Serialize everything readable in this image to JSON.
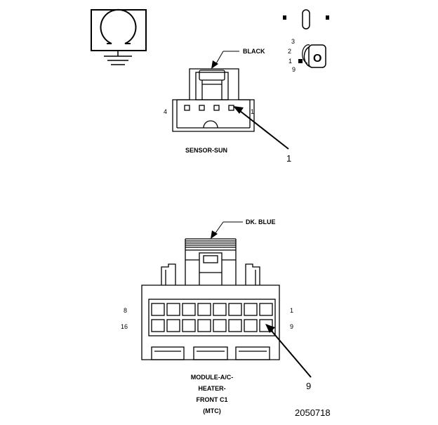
{
  "connector_sun": {
    "color_label": "BLACK",
    "name": "SENSOR-SUN",
    "pin_left": "4",
    "pin_right": "1",
    "callout": "1"
  },
  "connector_module": {
    "color_label": "DK. BLUE",
    "name_lines": [
      "MODULE-A/C-",
      "HEATER-",
      "FRONT C1",
      "(MTC)"
    ],
    "pin_top_left": "8",
    "pin_top_right": "1",
    "pin_bottom_left": "16",
    "pin_bottom_right": "9",
    "callout": "9"
  },
  "key_icon": {
    "positions": [
      "3",
      "2",
      "1",
      "9"
    ],
    "key_glyph": "O"
  },
  "icons": [
    "ground-symbol-icon",
    "ignition-key-icon"
  ],
  "figure_id": "2050718"
}
